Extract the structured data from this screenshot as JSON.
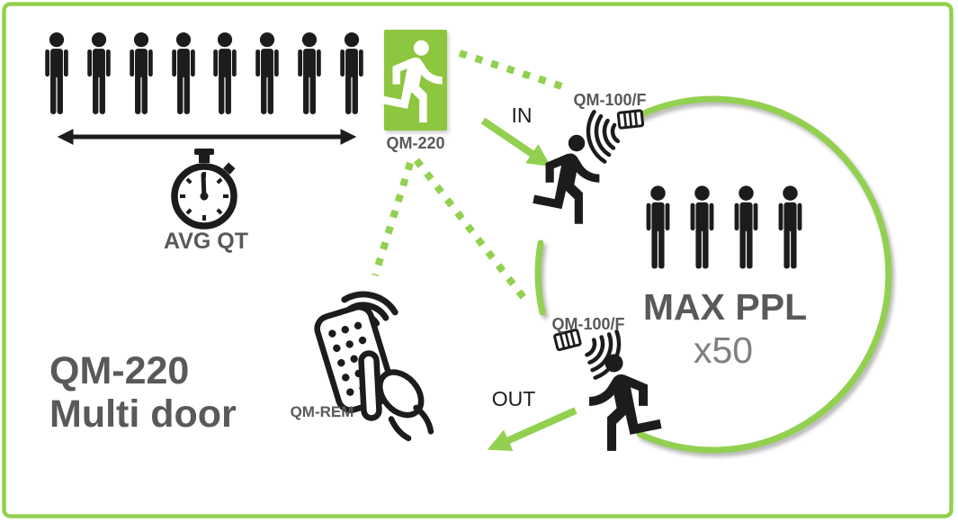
{
  "palette": {
    "green": "#8dc63f",
    "green2": "#92d050",
    "ink": "#1c1c1c",
    "label": "#595959",
    "muted": "#7f7f7f",
    "paper": "#ffffff"
  },
  "title": {
    "line1": "QM-220",
    "line2": "Multi door"
  },
  "queue": {
    "count": 8,
    "avg_label": "AVG QT"
  },
  "door": {
    "label": "QM-220"
  },
  "sensors": {
    "top": {
      "label": "QM-100/F"
    },
    "bottom": {
      "label": "QM-100/F"
    }
  },
  "flow": {
    "in_label": "IN",
    "out_label": "OUT"
  },
  "capacity": {
    "count": 4,
    "label": "MAX PPL",
    "multiplier": "x50"
  },
  "remote": {
    "label": "QM-REM"
  },
  "icons": {
    "queue_person": "standing-person-icon",
    "door_sign": "exit-walking-person-icon",
    "stopwatch": "stopwatch-icon",
    "sensor_device": "people-counter-device-icon",
    "signal": "signal-waves-icon",
    "remote_control": "hand-holding-remote-icon"
  }
}
